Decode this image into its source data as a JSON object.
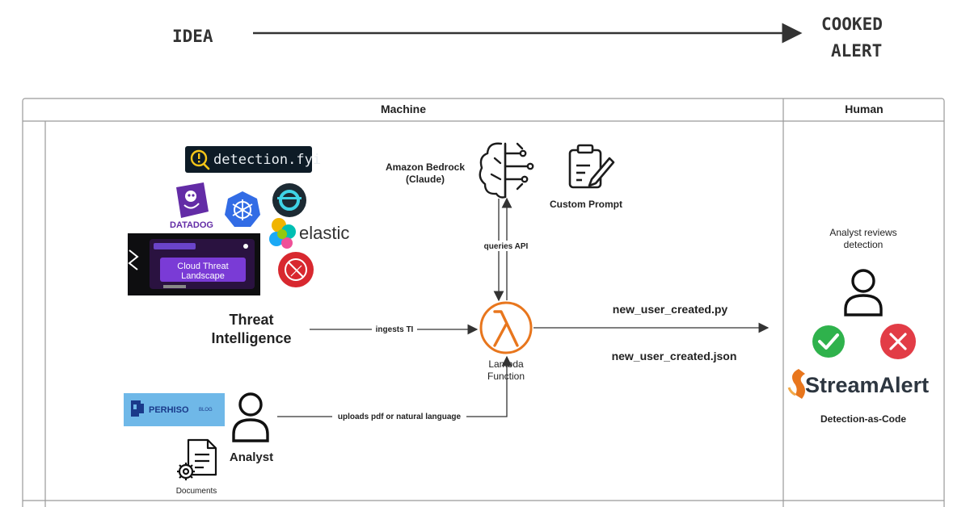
{
  "banner": {
    "start": "IDEA",
    "end_line1": "COOKED",
    "end_line2": "ALERT"
  },
  "swimlanes": {
    "machine": "Machine",
    "human": "Human"
  },
  "sources": {
    "detection_fyi": "detection.fyi",
    "datadog": "DATADOG",
    "elastic": "elastic",
    "cloud_threat_line1": "Cloud Threat",
    "cloud_threat_line2": "Landscape",
    "threat_intel_line1": "Threat",
    "threat_intel_line2": "Intelligence"
  },
  "bedrock": {
    "line1": "Amazon Bedrock",
    "line2": "(Claude)"
  },
  "custom_prompt": "Custom Prompt",
  "queries_api": "queries API",
  "ingests_ti": "ingests TI",
  "lambda": {
    "line1": "Lambda",
    "line2": "Function"
  },
  "outputs": {
    "py": "new_user_created.py",
    "json": "new_user_created.json"
  },
  "analyst": {
    "label": "Analyst",
    "documents": "Documents",
    "blog_brand": "PERHISO",
    "blog_tag": "BLOG"
  },
  "uploads": "uploads pdf or natural language",
  "human": {
    "review_line1": "Analyst reviews",
    "review_line2": "detection",
    "streamalert": "StreamAlert",
    "dac": "Detection-as-Code"
  },
  "colors": {
    "lambda": "#e8761d",
    "approve": "#2fb24c",
    "reject": "#e23c46",
    "dark_badge": "#0d1b26",
    "perhiso_bg": "#6fb8e8",
    "k8s": "#326ce5",
    "datadog": "#632ca6",
    "cloud_threat": "#7a3bd6"
  }
}
